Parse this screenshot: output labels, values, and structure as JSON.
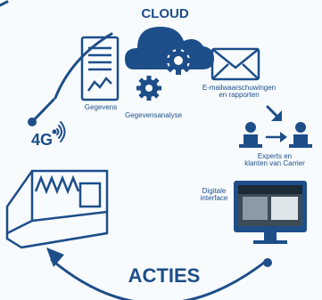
{
  "labels": {
    "cloud": "CLOUD",
    "data": "Gegevens",
    "data_analysis": "Gegevensanalyse",
    "email_line1": "E-mailwaarschuwingen",
    "email_line2": "en rapporten",
    "experts_line1": "Experts en",
    "experts_line2": "klanten van Carrier",
    "interface_line1": "Digitale",
    "interface_line2": "interface",
    "network": "4G",
    "actions": "ACTIES"
  },
  "colors": {
    "primary": "#1d4e89",
    "background": "#f8fbfe"
  },
  "icons": [
    "document-chart-icon",
    "cloud-gears-icon",
    "envelope-icon",
    "experts-icon",
    "monitor-icon",
    "chiller-unit-icon",
    "signal-icon"
  ]
}
